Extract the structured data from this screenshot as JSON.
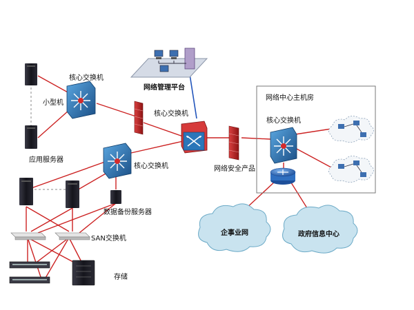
{
  "labels": {
    "core_switch_top": "核心交换机",
    "minicomputer": "小型机",
    "app_servers": "应用服务器",
    "mgmt_platform": "网络管理平台",
    "core_switch_center": "核心交换机",
    "core_switch_mid": "核心交换机",
    "backup_server": "数据备份服务器",
    "san_switch": "SAN交换机",
    "storage": "存储",
    "security_product": "网络安全产品",
    "machine_room": "网络中心主机房",
    "core_switch_room": "核心交换机",
    "enterprise_net": "企事业网",
    "gov_center": "政府信息中心"
  },
  "colors": {
    "link": "#cc2222",
    "mgmt_link": "#2255bb",
    "switch_blue": "#2b76b9",
    "switch_dark": "#1b4f86",
    "firewall": "#b42020",
    "cloud": "#c9e3ef",
    "cloud_edge": "#6aa9c6",
    "router": "#2f6fc0",
    "server": "#1e1e26"
  }
}
